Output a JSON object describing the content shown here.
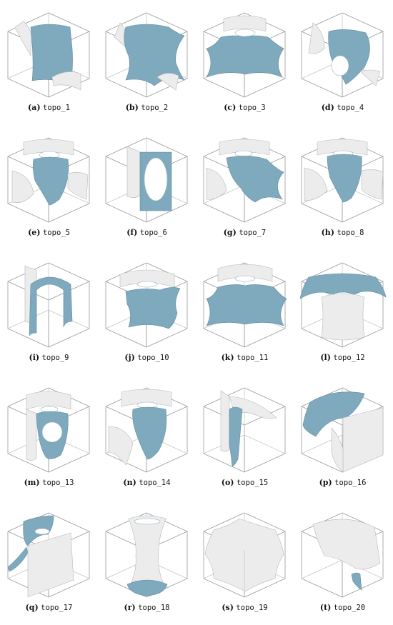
{
  "figure": {
    "panels": [
      {
        "label": "(a)",
        "name": "topo_1"
      },
      {
        "label": "(b)",
        "name": "topo_2"
      },
      {
        "label": "(c)",
        "name": "topo_3"
      },
      {
        "label": "(d)",
        "name": "topo_4"
      },
      {
        "label": "(e)",
        "name": "topo_5"
      },
      {
        "label": "(f)",
        "name": "topo_6"
      },
      {
        "label": "(g)",
        "name": "topo_7"
      },
      {
        "label": "(h)",
        "name": "topo_8"
      },
      {
        "label": "(i)",
        "name": "topo_9"
      },
      {
        "label": "(j)",
        "name": "topo_10"
      },
      {
        "label": "(k)",
        "name": "topo_11"
      },
      {
        "label": "(l)",
        "name": "topo_12"
      },
      {
        "label": "(m)",
        "name": "topo_13"
      },
      {
        "label": "(n)",
        "name": "topo_14"
      },
      {
        "label": "(o)",
        "name": "topo_15"
      },
      {
        "label": "(p)",
        "name": "topo_16"
      },
      {
        "label": "(q)",
        "name": "topo_17"
      },
      {
        "label": "(r)",
        "name": "topo_18"
      },
      {
        "label": "(s)",
        "name": "topo_19"
      },
      {
        "label": "(t)",
        "name": "topo_20"
      }
    ],
    "colors": {
      "surface_blue": "#7fa9bd",
      "surface_gray": "#ececec",
      "cube_edge": "#9a9a9a"
    }
  }
}
